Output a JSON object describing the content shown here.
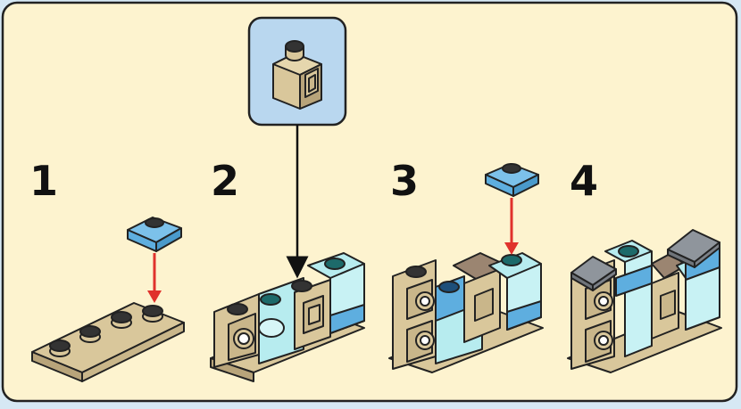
{
  "steps": [
    {
      "number": "1"
    },
    {
      "number": "2"
    },
    {
      "number": "3"
    },
    {
      "number": "4"
    }
  ],
  "colors": {
    "background": "#fdf3cf",
    "outer": "#d6e8f4",
    "tan": "#d9c79b",
    "tan_dark": "#b8a47a",
    "blue_plate": "#5eaedf",
    "trans_light_blue": "#b7ecef",
    "stud_dark": "#333333",
    "slope_brown": "#9b8571",
    "grey_roof": "#8f959c",
    "arrow_red": "#e0322c",
    "callout_bg": "#b9d7ef"
  },
  "icons": [
    "down-arrow-icon"
  ]
}
